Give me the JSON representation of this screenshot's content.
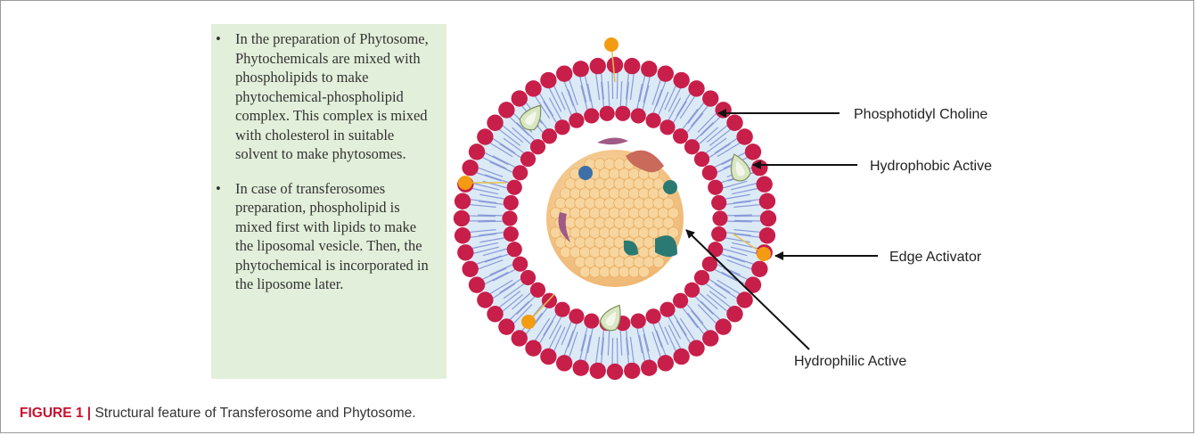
{
  "description": {
    "bullets": [
      "In the preparation of Phytosome, Phytochemicals are mixed with phospholipids to make phytochemical-phospholipid complex. This complex is mixed with cholesterol in suitable solvent to make phytosomes.",
      "In case of transferosomes preparation, phospholipid is mixed first with lipids to make the liposomal vesicle. Then, the phytochemical is incorporated in the liposome later."
    ],
    "bullet_symbol": "•"
  },
  "diagram": {
    "labels": {
      "phosphotidyl_choline": "Phosphotidyl Choline",
      "hydrophobic_active": "Hydrophobic Active",
      "edge_activator": "Edge Activator",
      "hydrophilic_active": "Hydrophilic Active"
    },
    "colors": {
      "head_group": "#c81e4a",
      "tail": "#8a9ad8",
      "membrane_fill": "#dceaf6",
      "core_fill": "#f5c98a",
      "core_bead": "#f7d59e",
      "edge_activator": "#f39c12",
      "hydrophobic_active": "#d9e6c4",
      "hydrophilic_teal": "#2a7a73",
      "hydrophilic_blue": "#3e6fa8",
      "hydrophilic_red": "#c96a5a",
      "hydrophilic_purple": "#a05a86"
    }
  },
  "caption": {
    "label": "FIGURE 1 |",
    "text": " Structural feature of Transferosome and Phytosome."
  }
}
